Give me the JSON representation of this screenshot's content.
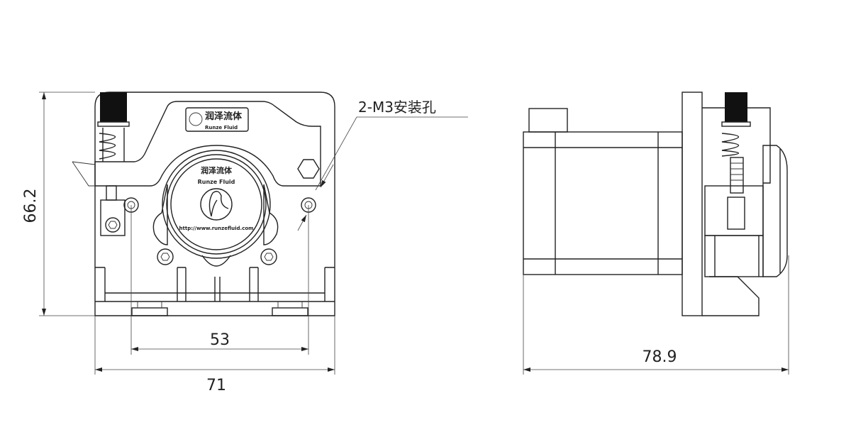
{
  "dimensions": {
    "height": "66.2",
    "hole_spacing": "53",
    "width": "71",
    "depth": "78.9"
  },
  "callout": {
    "label": "2-M3安装孔"
  },
  "logo": {
    "brand_cn": "润泽流体",
    "brand_en": "Runze Fluid",
    "url": "http://www.runzefluid.com"
  }
}
